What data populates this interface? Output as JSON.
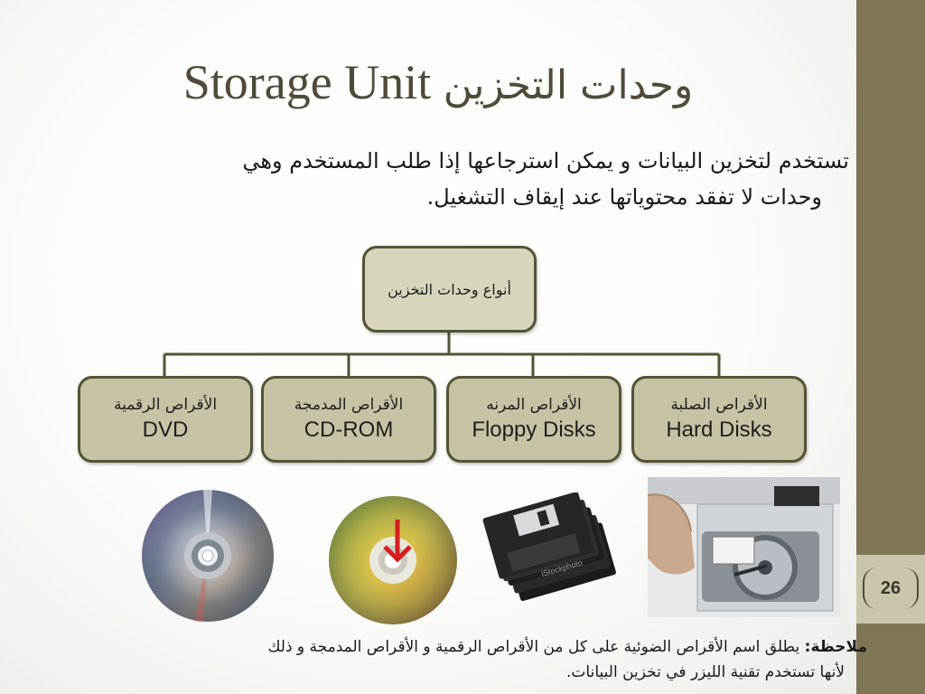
{
  "slide": {
    "title_en": "Storage Unit",
    "title_ar": "وحدات التخزين",
    "intro_line1": "تستخدم لتخزين البيانات و يمكن استرجاعها إذا طلب المستخدم وهي",
    "intro_line2": "وحدات لا تفقد محتوياتها عند إيقاف التشغيل.",
    "page_number": "26"
  },
  "diagram": {
    "root": "أنواع وحدات التخزين",
    "children": [
      {
        "ar": "الأقراص الصلبة",
        "en": "Hard Disks"
      },
      {
        "ar": "الأقراص المرنه",
        "en": "Floppy Disks"
      },
      {
        "ar": "الأقراص المدمجة",
        "en": "CD-ROM"
      },
      {
        "ar": "الأقراص الرقمية",
        "en": "DVD"
      }
    ]
  },
  "images": {
    "dvd": "dvd-disc-photo",
    "cd": "cd-rom-disc-photo",
    "floppy": "floppy-disks-photo",
    "hdd": "hard-disk-photo"
  },
  "note": {
    "label": "ملاحظة:",
    "line1_text": " يطلق اسم الأقراص الضوئية على كل من الأقراص الرقمية و الأقراص المدمجة و ذلك",
    "line2": "لأنها تستخدم تقنية الليزر في تخزين البيانات."
  }
}
